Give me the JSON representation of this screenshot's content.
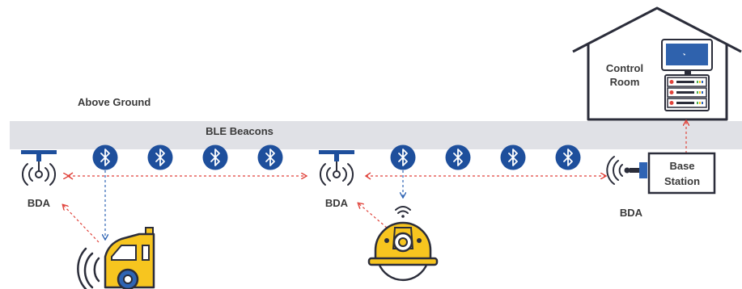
{
  "labels": {
    "above_ground": "Above Ground",
    "ble_beacons": "BLE Beacons",
    "control_room_line1": "Control",
    "control_room_line2": "Room",
    "base_station_line1": "Base",
    "base_station_line2": "Station",
    "bda_left": "BDA",
    "bda_middle": "BDA",
    "bda_right": "BDA"
  },
  "colors": {
    "band": "#e0e1e6",
    "beacon": "#1e4f9c",
    "outline": "#2b2d3a",
    "accent_yellow": "#f7c51f",
    "signal_arrow": "#e0423a",
    "beacon_arrow": "#2f64b4",
    "monitor_screen": "#2f62ad"
  },
  "icons": [
    "bluetooth-icon",
    "bda-antenna-icon",
    "truck-icon",
    "hard-hat-icon",
    "computer-icon",
    "server-rack-icon",
    "wifi-icon"
  ]
}
